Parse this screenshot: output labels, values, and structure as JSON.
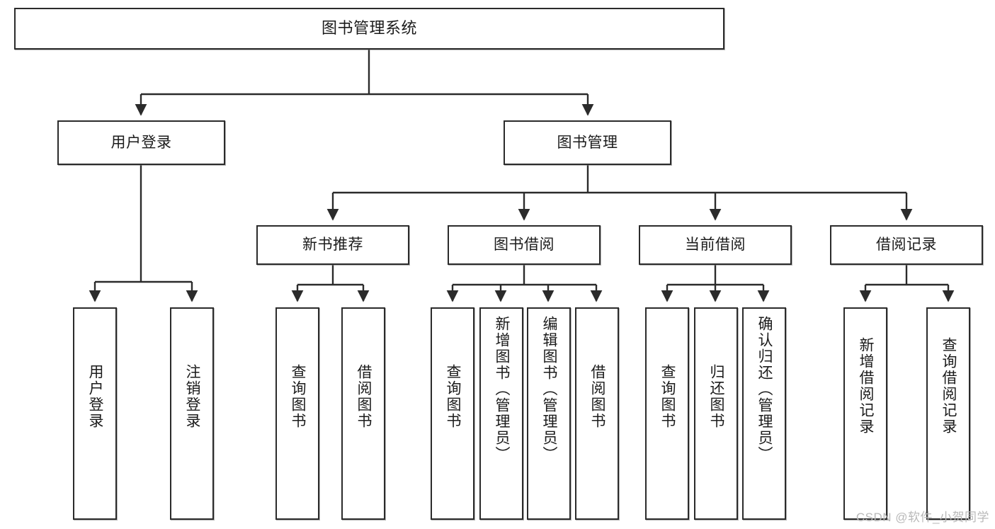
{
  "diagram": {
    "title": "图书管理系统",
    "type": "functional-structure-tree",
    "levels": 4,
    "root": {
      "id": "root",
      "label": "图书管理系统"
    },
    "level2": [
      {
        "id": "user-login",
        "label": "用户登录"
      },
      {
        "id": "book-management",
        "label": "图书管理"
      }
    ],
    "level3": [
      {
        "id": "new-book-recommend",
        "label": "新书推荐",
        "parent": "book-management"
      },
      {
        "id": "book-borrow",
        "label": "图书借阅",
        "parent": "book-management"
      },
      {
        "id": "current-borrow",
        "label": "当前借阅",
        "parent": "book-management"
      },
      {
        "id": "borrow-record",
        "label": "借阅记录",
        "parent": "book-management"
      }
    ],
    "leaves": [
      {
        "id": "leaf-user-login",
        "label": "用户登录",
        "parent": "user-login"
      },
      {
        "id": "leaf-logout-login",
        "label": "注销登录",
        "parent": "user-login"
      },
      {
        "id": "leaf-query-book-1",
        "label": "查询图书",
        "parent": "new-book-recommend"
      },
      {
        "id": "leaf-borrow-book-1",
        "label": "借阅图书",
        "parent": "new-book-recommend"
      },
      {
        "id": "leaf-query-book-2",
        "label": "查询图书",
        "parent": "book-borrow"
      },
      {
        "id": "leaf-add-book",
        "label": "新增图书（管理员）",
        "parent": "book-borrow"
      },
      {
        "id": "leaf-edit-book",
        "label": "编辑图书（管理员）",
        "parent": "book-borrow"
      },
      {
        "id": "leaf-borrow-book-2",
        "label": "借阅图书",
        "parent": "book-borrow"
      },
      {
        "id": "leaf-query-book-3",
        "label": "查询图书",
        "parent": "current-borrow"
      },
      {
        "id": "leaf-return-book",
        "label": "归还图书",
        "parent": "current-borrow"
      },
      {
        "id": "leaf-confirm-return",
        "label": "确认归还（管理员）",
        "parent": "current-borrow"
      },
      {
        "id": "leaf-add-record",
        "label": "新增借阅记录",
        "parent": "borrow-record"
      },
      {
        "id": "leaf-query-record",
        "label": "查询借阅记录",
        "parent": "borrow-record"
      }
    ],
    "watermark": "CSDN @软件_小贺同学",
    "colors": {
      "stroke": "#2b2b2b",
      "fill": "#ffffff",
      "text": "#1b1b1b",
      "watermark": "#b9b9b9"
    }
  }
}
